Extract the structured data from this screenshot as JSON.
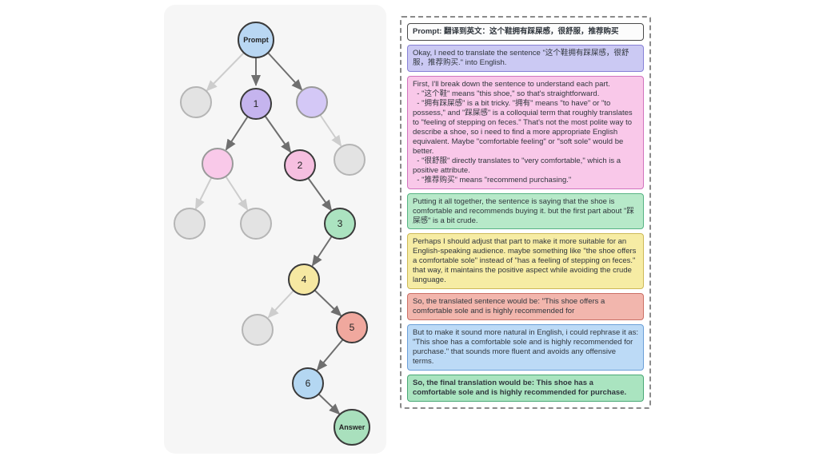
{
  "figure_title": "tree-of-thought translation reasoning diagram",
  "tree": {
    "nodes": [
      {
        "id": "prompt",
        "label": "Prompt",
        "fill": "#b9d7f3",
        "border": "#3a3a3a"
      },
      {
        "id": "pruned-a",
        "label": "",
        "fill": "#e3e3e3",
        "border": "#b5b5b5"
      },
      {
        "id": "node-1",
        "label": "1",
        "fill": "#c5b4ee",
        "border": "#3a3a3a"
      },
      {
        "id": "alt-purple",
        "label": "",
        "fill": "#d4c8f6",
        "border": "#9a9a9a"
      },
      {
        "id": "alt-pink",
        "label": "",
        "fill": "#f9c9e9",
        "border": "#9a9a9a"
      },
      {
        "id": "node-2",
        "label": "2",
        "fill": "#f6bfe0",
        "border": "#3a3a3a"
      },
      {
        "id": "pruned-b",
        "label": "",
        "fill": "#e3e3e3",
        "border": "#b5b5b5"
      },
      {
        "id": "pruned-c",
        "label": "",
        "fill": "#e3e3e3",
        "border": "#b5b5b5"
      },
      {
        "id": "pruned-d",
        "label": "",
        "fill": "#e3e3e3",
        "border": "#b5b5b5"
      },
      {
        "id": "node-3",
        "label": "3",
        "fill": "#abe3c0",
        "border": "#3a3a3a"
      },
      {
        "id": "node-4",
        "label": "4",
        "fill": "#f6e8a2",
        "border": "#3a3a3a"
      },
      {
        "id": "pruned-e",
        "label": "",
        "fill": "#e3e3e3",
        "border": "#b5b5b5"
      },
      {
        "id": "node-5",
        "label": "5",
        "fill": "#f0a89e",
        "border": "#3a3a3a"
      },
      {
        "id": "node-6",
        "label": "6",
        "fill": "#b4d7f2",
        "border": "#3a3a3a"
      },
      {
        "id": "answer",
        "label": "Answer",
        "fill": "#a9e0bd",
        "border": "#3a3a3a"
      }
    ]
  },
  "panel": {
    "boxes": [
      {
        "id": "prompt-box",
        "bold": true,
        "fill": "#fcfcfc",
        "border": "#4a4a4a",
        "text": "Prompt: 翻译到英文：这个鞋拥有踩屎感，很舒服，推荐购买"
      },
      {
        "id": "step-1-box",
        "bold": false,
        "fill": "#cbc9f3",
        "border": "#8781d6",
        "text": "Okay, I need to translate the sentence \"这个鞋拥有踩屎感，很舒服，推荐购买.\" into English."
      },
      {
        "id": "step-2-box",
        "bold": false,
        "fill": "#f9c8e9",
        "border": "#d173bd",
        "text": "First, I'll break down the sentence to understand each part.\n  - \"这个鞋\" means \"this shoe,\" so that's straightforward.\n  - \"拥有踩屎感\" is a bit tricky. \"拥有\" means \"to have\" or \"to possess,\" and \"踩屎感\" is a colloquial term that roughly translates to \"feeling of stepping on feces.\" That's not the most polite way to describe a shoe, so i need to find a more appropriate English equivalent. Maybe \"comfortable feeling\" or \"soft sole\" would be better.\n  - \"很舒服\" directly translates to \"very comfortable,\" which is a positive attribute.\n  - \"推荐购买\" means \"recommend purchasing.\""
      },
      {
        "id": "step-3-box",
        "bold": false,
        "fill": "#b7e9c9",
        "border": "#56b383",
        "text": "Putting it all together, the sentence is saying that the shoe is comfortable and recommends buying it. but the first part about \"踩屎感\" is a bit crude."
      },
      {
        "id": "step-4-box",
        "bold": false,
        "fill": "#f6eca4",
        "border": "#cdb957",
        "text": "Perhaps I should adjust that part to make it more suitable for an English-speaking audience. maybe something like \"the shoe offers a comfortable sole\" instead of \"has a feeling of stepping on feces.\" that way, it maintains the positive aspect while avoiding the crude language."
      },
      {
        "id": "step-5-box",
        "bold": false,
        "fill": "#f2b6ad",
        "border": "#cb7066",
        "text": "So, the translated sentence would be: \"This shoe offers a comfortable sole and is highly recommended for"
      },
      {
        "id": "step-6-box",
        "bold": false,
        "fill": "#bcdaf6",
        "border": "#6b9fd8",
        "text": "But to make it sound more natural in English, i could rephrase it as: \"This shoe has a comfortable sole and is highly recommended for purchase.\" that sounds more fluent and avoids any offensive terms."
      },
      {
        "id": "answer-box",
        "bold": true,
        "fill": "#aae4c0",
        "border": "#4aa876",
        "text": "So, the final translation would be: This shoe has a comfortable sole and is highly recommended for purchase."
      }
    ]
  }
}
